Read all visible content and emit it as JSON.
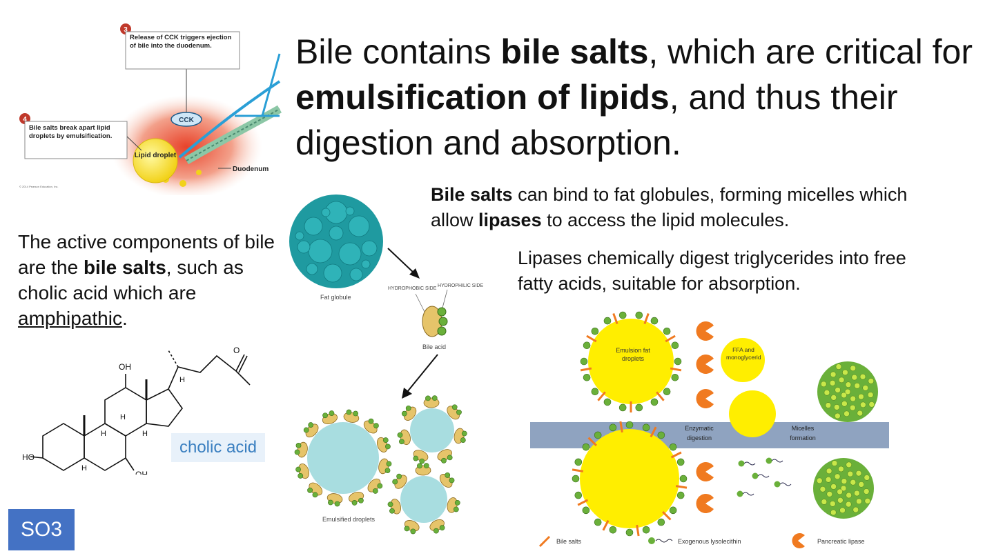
{
  "main_statement": {
    "part1": "Bile contains ",
    "bold1": "bile salts",
    "part2": ", which are critical for ",
    "bold2": "emulsification of lipids",
    "part3": ", and thus their digestion and absorption."
  },
  "micelle_text": {
    "bold1": "Bile salts",
    "part1": " can bind to fat globules, forming micelles which allow ",
    "bold2": "lipases",
    "part2": " to access the lipid molecules."
  },
  "lipase_text": "Lipases chemically digest triglycerides into free fatty acids, suitable for absorption.",
  "left_text": {
    "part1": "The active components of bile are the ",
    "bold1": "bile salts",
    "part2": ", such as cholic acid which are ",
    "underlined": "amphipathic",
    "part3": "."
  },
  "cck_figure": {
    "step3_number": "3",
    "step3_text": "Release of CCK triggers ejection of bile into the duodenum.",
    "step4_number": "4",
    "step4_text_normal": "Bile salts break apart lipid droplets by ",
    "step4_text_bold": "emulsification.",
    "cck_label": "CCK",
    "lipid_label": "Lipid droplet",
    "duodenum_label": "Duodenum",
    "copyright": "© 2014 Pearson Education, Inc."
  },
  "emulsion_figure": {
    "fat_globule": "Fat globule",
    "hydrophobic": "HYDROPHOBIC SIDE",
    "hydrophilic": "HYDROPHILIC SIDE",
    "bile_acid": "Bile acid",
    "emulsified": "Emulsified droplets"
  },
  "cholic_acid": {
    "label": "cholic acid",
    "oh_top": "OH",
    "oh_left": "HO",
    "oh_bottom": "OH",
    "h_labels": [
      "H",
      "H",
      "H",
      "H",
      "H"
    ],
    "o_label": "O"
  },
  "digestion_figure": {
    "emulsion_label": "Emulsion fat droplets",
    "ffa_label": "FFA and monoglycerides",
    "enzymatic": "Enzymatic digestion",
    "micelles": "Micelles formation",
    "legend_bile": "Bile salts",
    "legend_lyso": "Exogenous lysolecithin",
    "legend_lipase": "Pancreatic lipase"
  },
  "slide_tag": "SO3",
  "colors": {
    "teal": "#1f9aa0",
    "light_cyan": "#a8dde0",
    "tan": "#e6c46a",
    "green": "#6ab03a",
    "yellow": "#ffee00",
    "orange": "#f07a20",
    "membrane": "#8fa3c0",
    "tag_blue": "#4472c4"
  }
}
